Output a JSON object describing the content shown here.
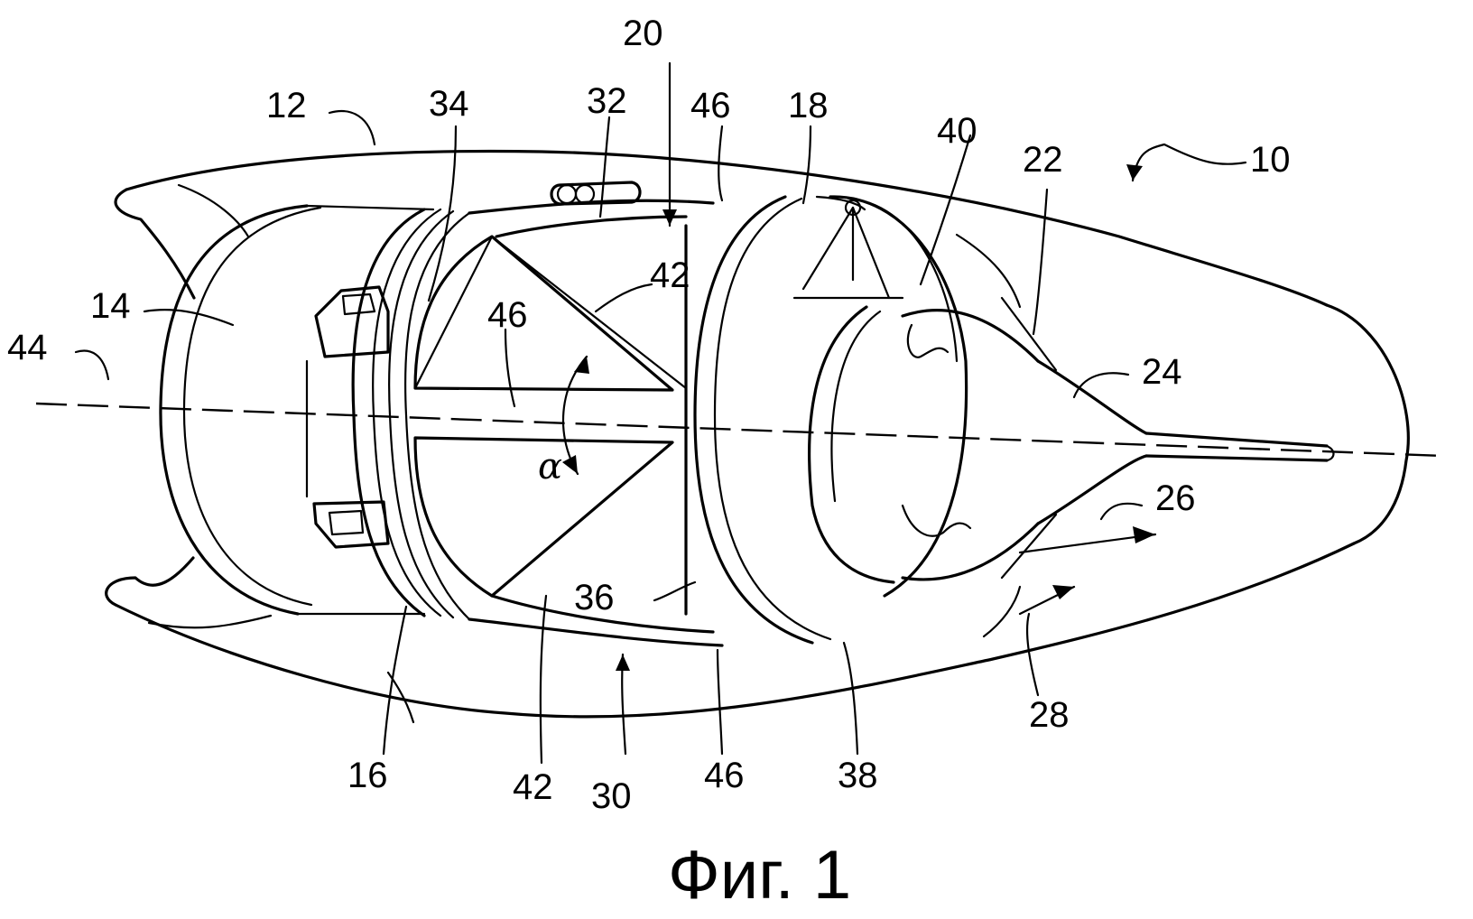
{
  "caption": "Фиг. 1",
  "angle_symbol": "α",
  "labels": {
    "l10": "10",
    "l12": "12",
    "l14": "14",
    "l16": "16",
    "l18": "18",
    "l20": "20",
    "l22": "22",
    "l24": "24",
    "l26": "26",
    "l28": "28",
    "l30": "30",
    "l32": "32",
    "l34": "34",
    "l36": "36",
    "l38": "38",
    "l40": "40",
    "l42a": "42",
    "l42b": "42",
    "l44": "44",
    "l46a": "46",
    "l46b": "46",
    "l46c": "46"
  }
}
